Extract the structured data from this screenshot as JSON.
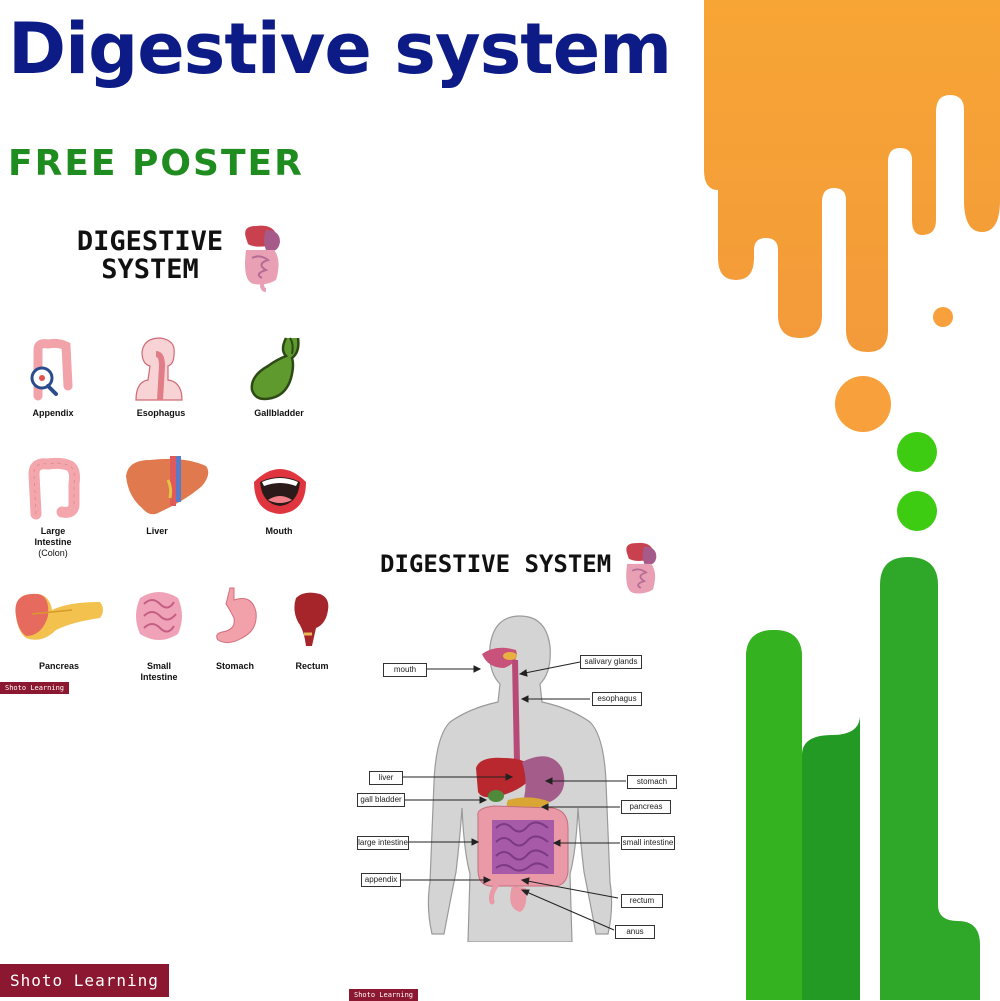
{
  "header": {
    "title": "Digestive system",
    "subtitle": "FREE POSTER"
  },
  "poster1": {
    "heading_line1": "DIGESTIVE",
    "heading_line2": "SYSTEM",
    "organs": [
      {
        "label": "Appendix",
        "icon": "appendix-icon"
      },
      {
        "label": "Esophagus",
        "icon": "esophagus-icon"
      },
      {
        "label": "Gallbladder",
        "icon": "gallbladder-icon"
      },
      {
        "label": "Large Intestine",
        "sublabel": "(Colon)",
        "icon": "large-intestine-icon"
      },
      {
        "label": "Liver",
        "icon": "liver-icon"
      },
      {
        "label": "Mouth",
        "icon": "mouth-icon"
      },
      {
        "label": "Pancreas",
        "icon": "pancreas-icon"
      },
      {
        "label": "Small Intestine",
        "icon": "small-intestine-icon"
      },
      {
        "label": "Stomach",
        "icon": "stomach-icon"
      },
      {
        "label": "Rectum",
        "icon": "rectum-icon"
      }
    ],
    "brand": "Shoto Learning"
  },
  "poster2": {
    "heading": "DIGESTIVE SYSTEM",
    "labels": {
      "mouth": "mouth",
      "salivary_glands": "salivary glands",
      "esophagus": "esophagus",
      "liver": "liver",
      "stomach": "stomach",
      "gall_bladder": "gall bladder",
      "pancreas": "pancreas",
      "large_intestine": "large intestine",
      "small_intestine": "small intestine",
      "appendix": "appendix",
      "rectum": "rectum",
      "anus": "anus"
    },
    "brand": "Shoto Learning"
  },
  "footer": {
    "brand": "Shoto Learning"
  },
  "colors": {
    "title": "#0c1b86",
    "subtitle": "#1e8c1e",
    "orange_drip": "#f7a03c",
    "green_bars": "#2fa82a",
    "brand_tag": "#8b1730"
  }
}
